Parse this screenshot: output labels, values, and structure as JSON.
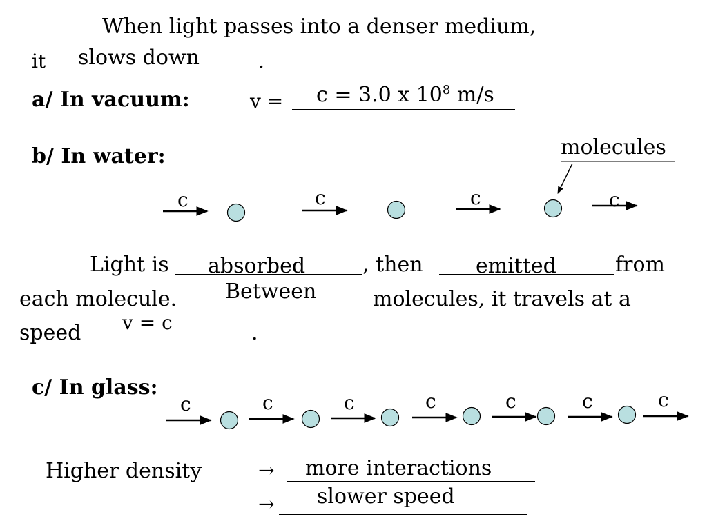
{
  "intro": {
    "line1": "When light passes into a denser medium,",
    "it": "it",
    "answer": "slows down",
    "period": "."
  },
  "vacuum": {
    "label": "a/  In vacuum:",
    "v_eq": "v =",
    "answer_base": "c = 3.0 x 10",
    "answer_exp": "8",
    "answer_unit": " m/s"
  },
  "water": {
    "label": "b/  In water:",
    "molecules_label": "molecules",
    "c_labels": [
      "c",
      "c",
      "c",
      "c"
    ]
  },
  "explain": {
    "light_is": "Light is",
    "absorbed": "absorbed",
    "then": ", then",
    "emitted": "emitted",
    "from": "from",
    "each_molecule": "each molecule.",
    "between": "Between",
    "molecules_travels": "molecules, it travels at a",
    "speed": "speed",
    "speed_answer": "v = c",
    "period": "."
  },
  "glass": {
    "label": "c/ In glass:",
    "c_labels": [
      "c",
      "c",
      "c",
      "c",
      "c",
      "c",
      "c"
    ]
  },
  "density": {
    "higher": "Higher density",
    "arrow": "→",
    "more_interactions": "more interactions",
    "slower_speed": "slower speed"
  },
  "colors": {
    "molecule_fill": "#b9dfe0",
    "stroke": "#000000"
  }
}
